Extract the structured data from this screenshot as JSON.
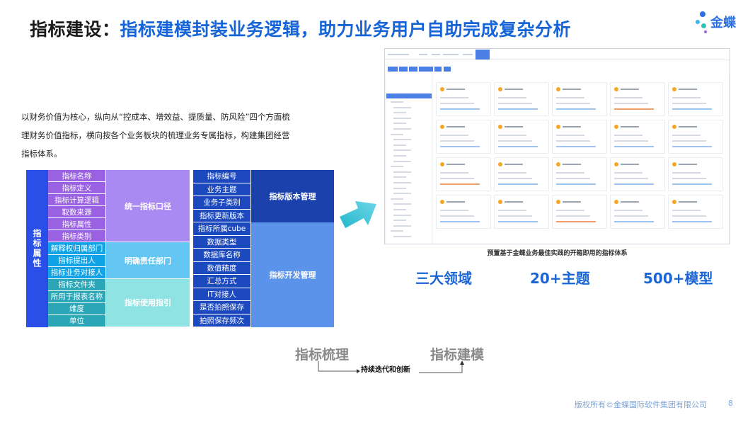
{
  "title": {
    "prefix": "指标建设：",
    "main": "指标建模封装业务逻辑，助力业务用户自助完成复杂分析"
  },
  "logo": {
    "text": "金蝶"
  },
  "intro": "以财务价值为核心，纵向从“控成本、增效益、提质量、防风险”四个方面梳理财务价值指标，横向按各个业务板块的梳理业务专属指标，构建集团经营指标体系。",
  "attributes": {
    "header": "指标属性",
    "groups": [
      {
        "label": "统一指标口径",
        "color": "#a98af2",
        "item_color": "#9a62e3",
        "items": [
          "指标名称",
          "指标定义",
          "指标计算逻辑",
          "取数来源",
          "指标属性",
          "指标类别"
        ]
      },
      {
        "label": "明确责任部门",
        "color": "#63c6f2",
        "item_color": "#12a3e6",
        "items": [
          "解释权归属部门",
          "指标提出人",
          "指标业务对接人"
        ]
      },
      {
        "label": "指标使用指引",
        "color": "#8fe3e3",
        "item_color": "#2aa6b6",
        "items": [
          "指标文件夹",
          "所用于报表名称",
          "维度",
          "单位"
        ]
      }
    ],
    "header_color": "#2a4fe8"
  },
  "management": {
    "item_color": "#1c49bd",
    "items": [
      "指标编号",
      "业务主题",
      "业务子类别",
      "指标更新版本",
      "指标所属cube",
      "数据类型",
      "数据库名称",
      "数值精度",
      "汇总方式",
      "IT对接人",
      "是否拍照保存",
      "拍照保存频次"
    ],
    "groups": [
      {
        "label": "指标版本管理",
        "color": "#1b41ad",
        "rows": 4
      },
      {
        "label": "指标开发管理",
        "color": "#5b92ea",
        "rows": 8
      }
    ]
  },
  "caption": "预置基于金蝶业务最佳实践的开箱即用的指标体系",
  "stats": [
    "三大领域",
    "20+主题",
    "500+模型"
  ],
  "flow": {
    "from": "指标梳理",
    "to": "指标建模",
    "label": "持续迭代和创新"
  },
  "footer": {
    "copyright": "版权所有©金蝶国际软件集团有限公司",
    "page": "8"
  }
}
